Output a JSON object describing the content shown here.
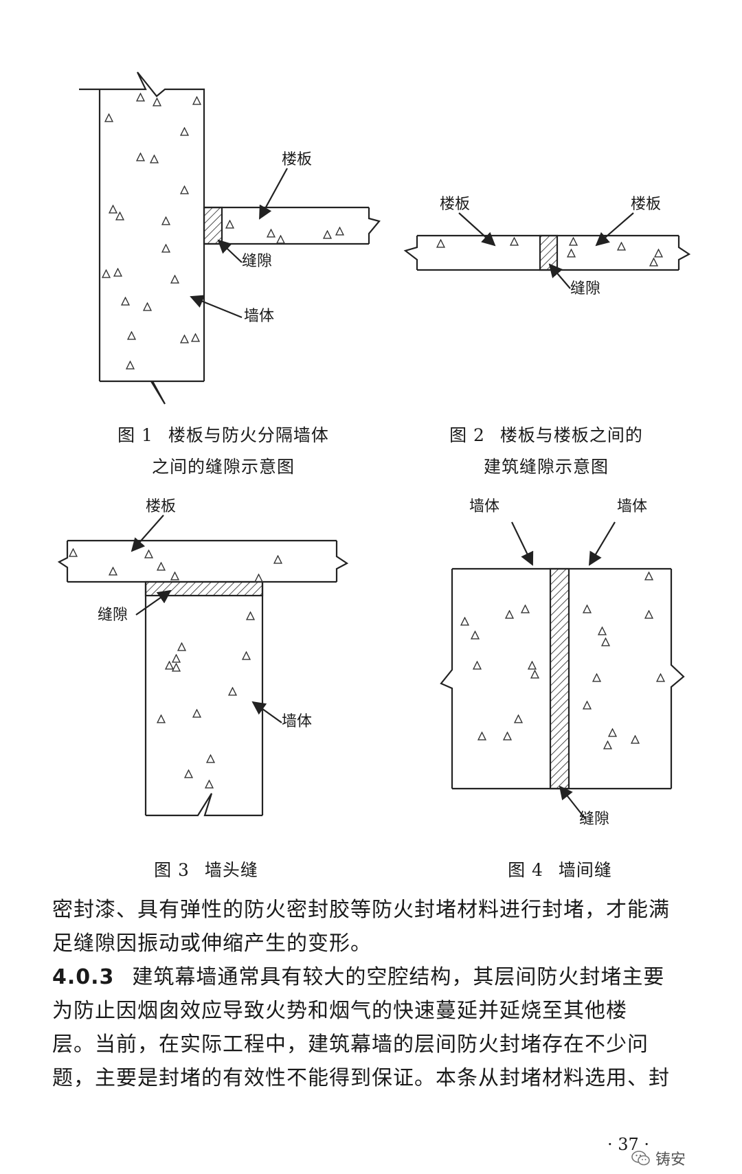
{
  "figure1": {
    "labels": {
      "slab": "楼板",
      "gap": "缝隙",
      "wall": "墙体"
    },
    "caption": {
      "number": "图 1",
      "line1": "楼板与防火分隔墙体",
      "line2": "之间的缝隙示意图"
    }
  },
  "figure2": {
    "labels": {
      "slab_left": "楼板",
      "slab_right": "楼板",
      "gap": "缝隙"
    },
    "caption": {
      "number": "图 2",
      "line1": "楼板与楼板之间的",
      "line2": "建筑缝隙示意图"
    }
  },
  "figure3": {
    "labels": {
      "slab": "楼板",
      "gap": "缝隙",
      "wall": "墙体"
    },
    "caption": {
      "number": "图 3",
      "title": "墙头缝"
    }
  },
  "figure4": {
    "labels": {
      "wall_left": "墙体",
      "wall_right": "墙体",
      "gap": "缝隙"
    },
    "caption": {
      "number": "图 4",
      "title": "墙间缝"
    }
  },
  "text": {
    "para1_line1": "密封漆、具有弹性的防火密封胶等防火封堵材料进行封堵，才能满",
    "para1_line2": "足缝隙因振动或伸缩产生的变形。",
    "clause_number": "4.0.3",
    "para2_line1": "建筑幕墙通常具有较大的空腔结构，其层间防火封堵主要",
    "para2_line2": "为防止因烟囱效应导致火势和烟气的快速蔓延并延烧至其他楼",
    "para2_line3": "层。当前，在实际工程中，建筑幕墙的层间防火封堵存在不少问",
    "para2_line4": "题，主要是封堵的有效性不能得到保证。本条从封堵材料选用、封"
  },
  "page_number": "· 37 ·",
  "watermark": {
    "icon": "wechat-icon",
    "text": "铸安"
  }
}
